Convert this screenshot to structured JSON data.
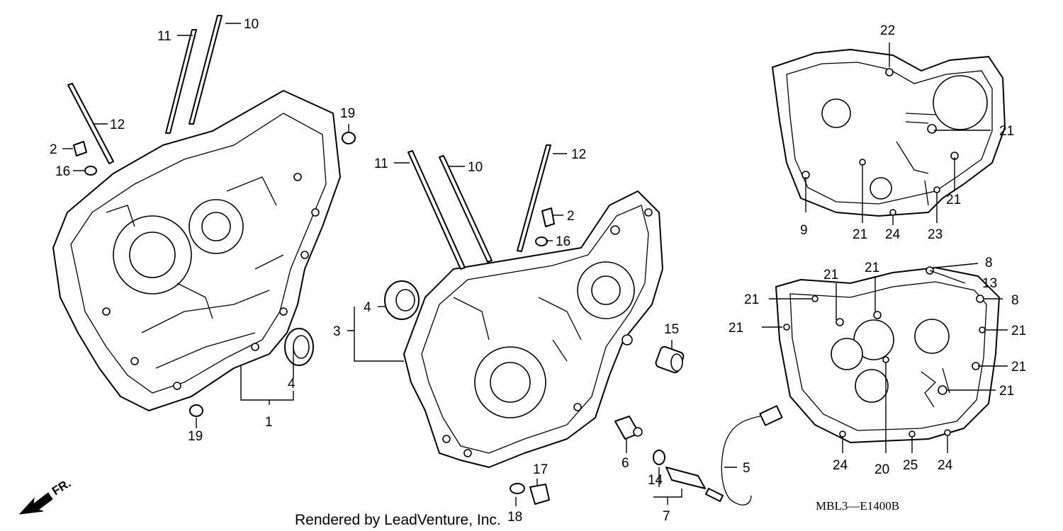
{
  "diagram": {
    "callouts": {
      "c_11_top": "11",
      "c_10_top": "10",
      "c_12_left": "12",
      "c_2_left": "2",
      "c_16_left": "16",
      "c_19_top": "19",
      "c_4_left": "4",
      "c_1": "1",
      "c_19_bottom": "19",
      "c_11_mid": "11",
      "c_10_mid": "10",
      "c_12_mid": "12",
      "c_2_mid": "2",
      "c_16_mid": "16",
      "c_4_mid": "4",
      "c_3": "3",
      "c_15": "15",
      "c_6": "6",
      "c_17": "17",
      "c_18": "18",
      "c_14": "14",
      "c_7": "7",
      "c_5": "5",
      "g1_22": "22",
      "g1_21_a": "21",
      "g1_21_b": "21",
      "g1_9": "9",
      "g1_21_c": "21",
      "g1_24": "24",
      "g1_23": "23",
      "g2_21_a": "21",
      "g2_21_b": "21",
      "g2_8_top": "8",
      "g2_13": "13",
      "g2_8_right": "8",
      "g2_21_c": "21",
      "g2_21_d": "21",
      "g2_21_e": "21",
      "g2_21_f": "21",
      "g2_21_g": "21",
      "g2_24_left": "24",
      "g2_20": "20",
      "g2_25": "25",
      "g2_24_right": "24"
    },
    "front_label": "FR.",
    "diagram_code": "MBL3—E1400B",
    "credit": "Rendered by LeadVenture, Inc."
  }
}
